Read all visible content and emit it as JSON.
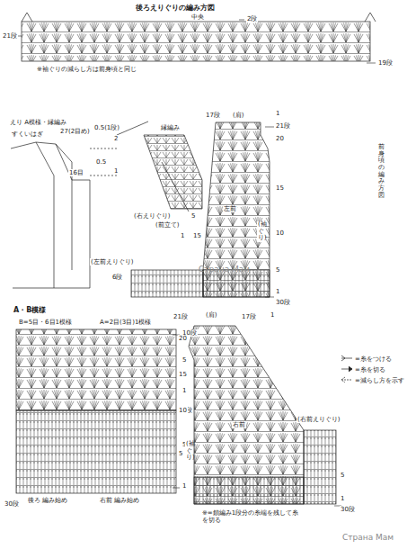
{
  "diagram": {
    "labels": [
      "後ろえりぐりの編み方図",
      "中央",
      "2段",
      "21段",
      "19段",
      "※袖ぐりの減らし方は前身頃と同じ",
      "えり A模様・縁編み",
      "すくいはぎ",
      "27(2目め)",
      "0.5(1段)",
      "2",
      "0.5",
      "1",
      "16目",
      "縁編み",
      "(右えりぐり)",
      "(前立て)",
      "1",
      "15",
      "(左前えりぐり)",
      "6段",
      "(肩)",
      "17段",
      "1",
      "21段",
      "20",
      "15",
      "10",
      "5",
      "5",
      "左前",
      "(袖ぐり)",
      "1",
      "30段",
      "前身頃の編み方図",
      "A・B模様",
      "B=5目・6目1模様",
      "A=2目(3目)1模様",
      "10段",
      "5",
      "1",
      "6段",
      "5",
      "1",
      "後ろ 編み始め",
      "右前 編み始め",
      "30段",
      "21段",
      "(肩)",
      "17段",
      "1",
      "20",
      "15",
      "10",
      "5",
      "右前",
      "(袖ぐり)",
      "(右前えりぐり)",
      "5",
      "1",
      "30段",
      "※=鎖編み1段分の糸端を残して糸を切る",
      "Страна Мам",
      "Страна Мам"
    ],
    "legend": [
      {
        "text": "=糸をつける"
      },
      {
        "text": "=糸を切る"
      },
      {
        "text": "=減らし方を示す"
      }
    ]
  }
}
